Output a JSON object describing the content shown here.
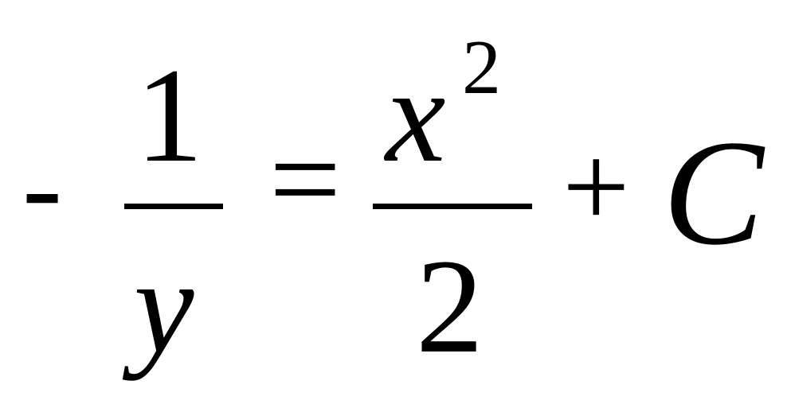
{
  "equation": {
    "lhs": {
      "sign": "-",
      "numerator": "1",
      "denominator": "y"
    },
    "relation": "=",
    "rhs": {
      "fraction": {
        "numerator_base": "x",
        "numerator_exponent": "2",
        "denominator": "2"
      },
      "operator": "+",
      "constant": "C"
    }
  }
}
